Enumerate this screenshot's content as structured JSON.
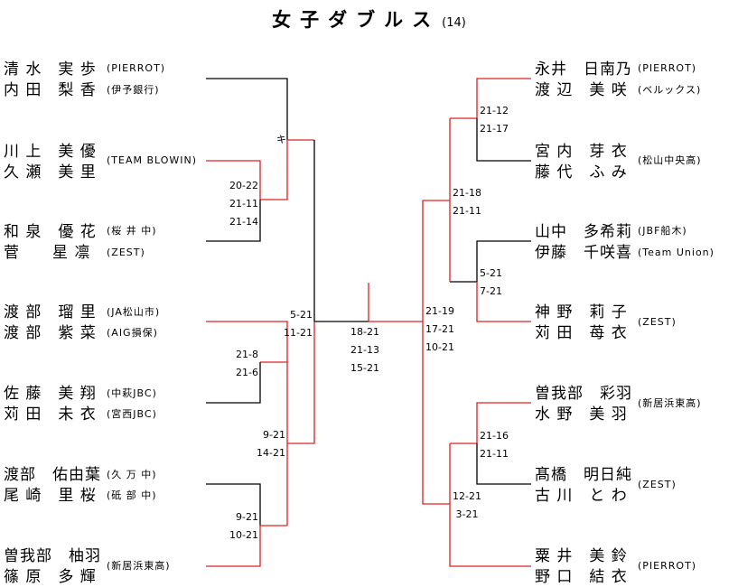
{
  "title": {
    "main": "女子ダブルス",
    "sub": "(14)"
  },
  "entries": [
    {
      "p1": "清 水　実 歩",
      "p2": "内 田　梨 香",
      "team1": "(PIERROT)",
      "team2": "(伊予銀行)"
    },
    {
      "p1": "川 上　美 優",
      "p2": "久 瀬　美 里",
      "team1": "(TEAM BLOWIN)",
      "team2": ""
    },
    {
      "p1": "和 泉　優 花",
      "p2": "菅　　星 凛",
      "team1": "(桜 井 中)",
      "team2": "(ZEST)"
    },
    {
      "p1": "渡 部　瑠 里",
      "p2": "渡 部　紫 菜",
      "team1": "(JA松山市)",
      "team2": "(AIG損保)"
    },
    {
      "p1": "佐 藤　美 翔",
      "p2": "苅 田　未 衣",
      "team1": "(中萩JBC)",
      "team2": "(宮西JBC)"
    },
    {
      "p1": "渡部　佑由葉",
      "p2": "尾 崎　里 桜",
      "team1": "(久 万 中)",
      "team2": "(砥 部 中)"
    },
    {
      "p1": "曽我部　柚羽",
      "p2": "篠 原　多 輝",
      "team1": "(新居浜東高)",
      "team2": ""
    },
    {
      "p1": "永井　日南乃",
      "p2": "渡 辺　美 咲",
      "team1": "(PIERROT)",
      "team2": "(ベルックス)"
    },
    {
      "p1": "宮 内　芽 衣",
      "p2": "藤 代　ふ み",
      "team1": "(松山中央高)",
      "team2": ""
    },
    {
      "p1": "山中　多希莉",
      "p2": "伊藤　千咲喜",
      "team1": "(JBF船木)",
      "team2": "(Team Union)"
    },
    {
      "p1": "神 野　莉 子",
      "p2": "苅 田　苺 衣",
      "team1": "(ZEST)",
      "team2": ""
    },
    {
      "p1": "曽我部　彩羽",
      "p2": "水 野　美 羽",
      "team1": "(新居浜東高)",
      "team2": ""
    },
    {
      "p1": "髙橋　明日純",
      "p2": "古 川　と わ",
      "team1": "(ZEST)",
      "team2": ""
    },
    {
      "p1": "粟 井　美 鈴",
      "p2": "野 口　結 衣",
      "team1": "(PIERROT)",
      "team2": ""
    }
  ],
  "scores": {
    "l_r1": "キ",
    "l_r2": "20-22\n21-11\n21-14",
    "l_r3": "21-8\n21-6",
    "l_r4": "9-21\n10-21",
    "l_r5": "9-21\n14-21",
    "l_r6": "5-21\n11-21",
    "final": "18-21\n21-13\n15-21",
    "r_r1": "21-12\n21-17",
    "r_r2": "5-21\n7-21",
    "r_r3": "21-18\n21-11",
    "r_r4": "21-16\n21-11",
    "r_r5": "12-21\n 3-21",
    "r_r6": "21-19\n17-21\n10-21"
  },
  "colors": {
    "winner_line": "#e02020",
    "line": "#000000"
  }
}
